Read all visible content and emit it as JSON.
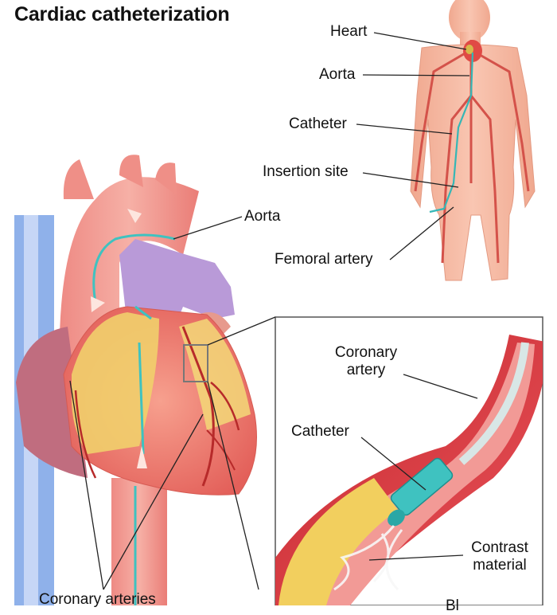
{
  "title": "Cardiac catheterization",
  "labels": {
    "heart": "Heart",
    "aorta_body": "Aorta",
    "catheter_body": "Catheter",
    "insertion_site": "Insertion site",
    "aorta_heart": "Aorta",
    "femoral_artery": "Femoral artery",
    "coronary_artery_line1": "Coronary",
    "coronary_artery_line2": "artery",
    "catheter_inset": "Catheter",
    "contrast_line1": "Contrast",
    "contrast_line2": "material",
    "coronary_arteries": "Coronary arteries",
    "blockage_partial": "Bl"
  },
  "colors": {
    "skin": "#f2b49c",
    "artery_red": "#e0494a",
    "vessel_dark": "#b8262b",
    "fat_yellow": "#f3d46a",
    "vein_purple": "#b89ad8",
    "vein_blue": "#7f9fe0",
    "catheter_teal": "#3fc2c0"
  }
}
